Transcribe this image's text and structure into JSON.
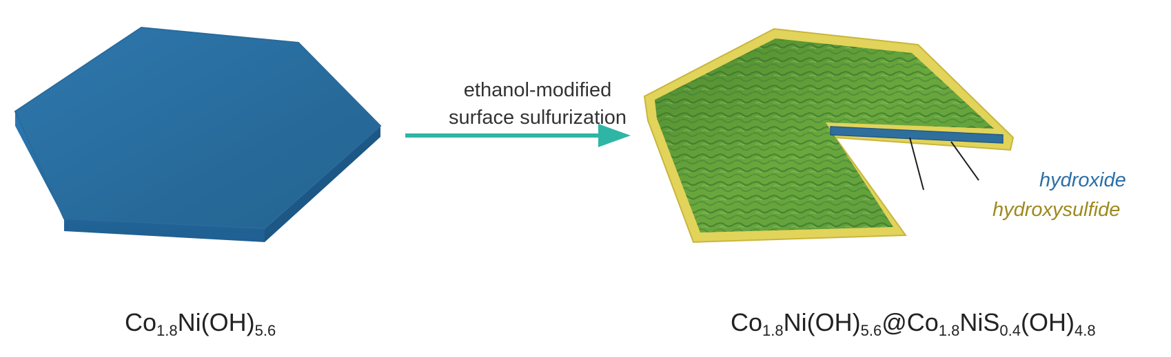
{
  "arrow": {
    "line1": "ethanol-modified",
    "line2": "surface sulfurization",
    "color": "#2fb5a6"
  },
  "left_label": {
    "base": "Co",
    "sub1": "1.8",
    "mid": "Ni(OH)",
    "sub2": "5.6"
  },
  "right_label": {
    "p1": "Co",
    "s1": "1.8",
    "p2": "Ni(OH)",
    "s2": "5.6",
    "p3": "@Co",
    "s3": "1.8",
    "p4": "NiS",
    "s4": "0.4",
    "p5": "(OH)",
    "s5": "4.8"
  },
  "layers": {
    "inner": "hydroxide",
    "outer": "hydroxysulfide"
  },
  "colors": {
    "hydroxide": "#2f6f9e",
    "hydroxysulfide_shell": "#e2d35a",
    "sulfurized_surface": "#5e9c3a"
  }
}
